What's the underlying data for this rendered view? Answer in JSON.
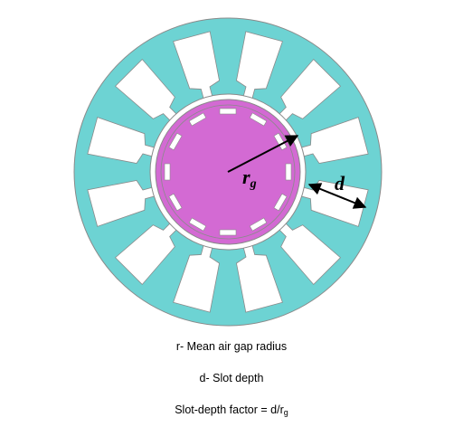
{
  "diagram": {
    "labels": {
      "rg_main": "r",
      "rg_sub": "g",
      "d": "d"
    },
    "colors": {
      "stator": "#6dd3d3",
      "rotor": "#d36ad3",
      "slot": "#ffffff",
      "outline": "#8a8a8a",
      "arrow": "#000000"
    },
    "stator_slot_count": 12,
    "rotor_magnet_count": 12
  },
  "captions": {
    "line1": "r- Mean air gap radius",
    "line2": "d- Slot depth",
    "line3_text": "Slot-depth factor = d/r",
    "line3_sub": "g"
  }
}
